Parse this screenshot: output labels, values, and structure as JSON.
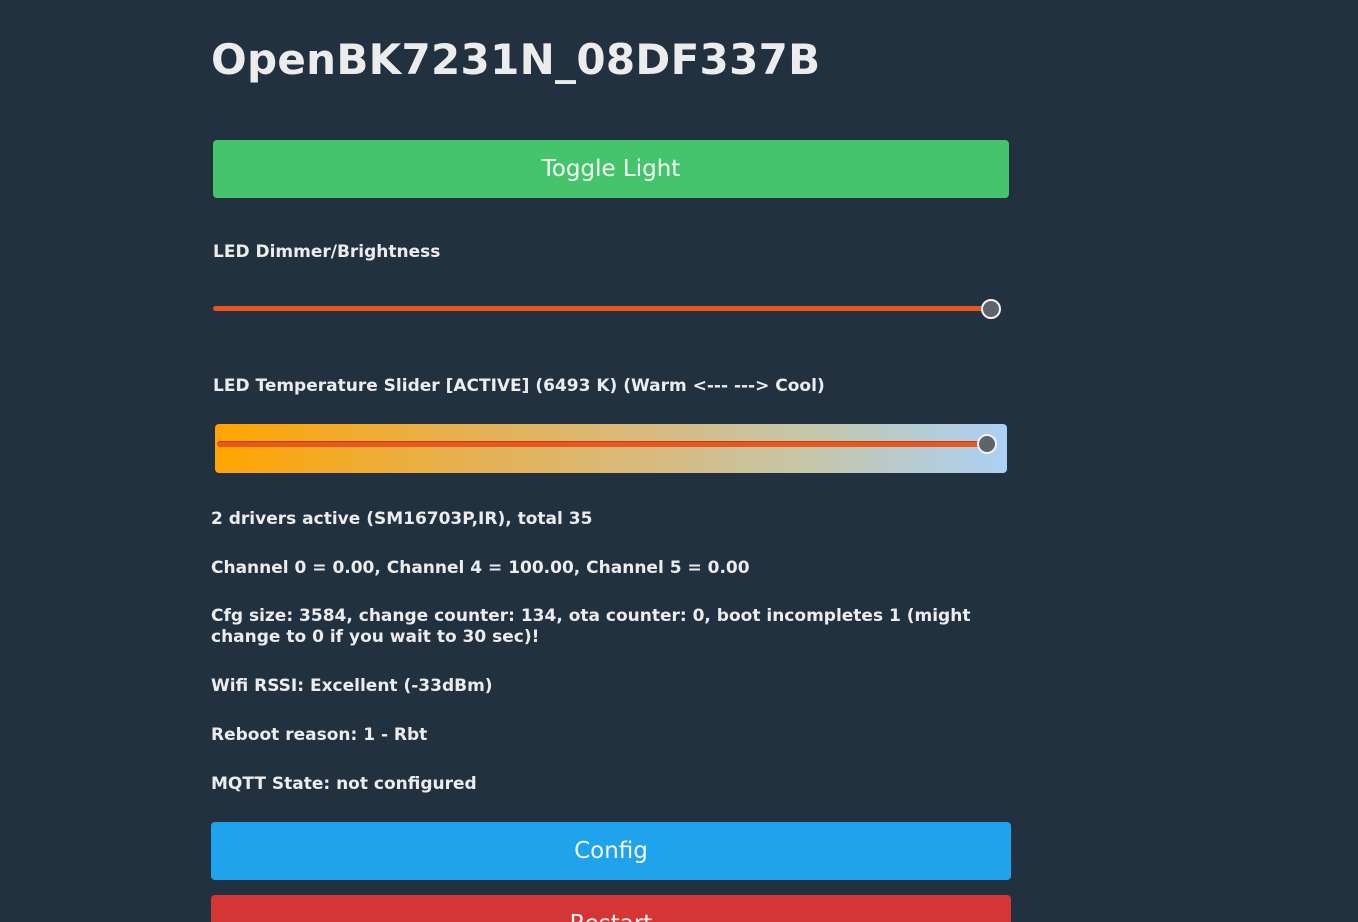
{
  "header": {
    "title": "OpenBK7231N_08DF337B"
  },
  "controls": {
    "toggle_label": "Toggle Light",
    "dimmer": {
      "label": "LED Dimmer/Brightness",
      "value_percent": 100
    },
    "temperature": {
      "label": "LED Temperature Slider [ACTIVE] (6493 K) (Warm <--- ---> Cool)",
      "value_percent": 100
    }
  },
  "status": {
    "drivers": "2 drivers active (SM16703P,IR), total 35",
    "channels": "Channel 0 = 0.00, Channel 4 = 100.00, Channel 5 = 0.00",
    "cfg": "Cfg size: 3584, change counter: 134, ota counter: 0, boot incompletes 1 (might change to 0 if you wait to 30 sec)!",
    "wifi": "Wifi RSSI: Excellent (-33dBm)",
    "reboot": "Reboot reason: 1 - Rbt",
    "mqtt": "MQTT State: not configured"
  },
  "buttons": {
    "config_label": "Config",
    "restart_label": "Restart"
  },
  "colors": {
    "background": "#223140",
    "toggle": "#46c46b",
    "config": "#1fa3ec",
    "restart": "#d43535",
    "slider_track": "#e7571f",
    "temp_warm": "#ffa500",
    "temp_cool": "#abd0f5"
  }
}
